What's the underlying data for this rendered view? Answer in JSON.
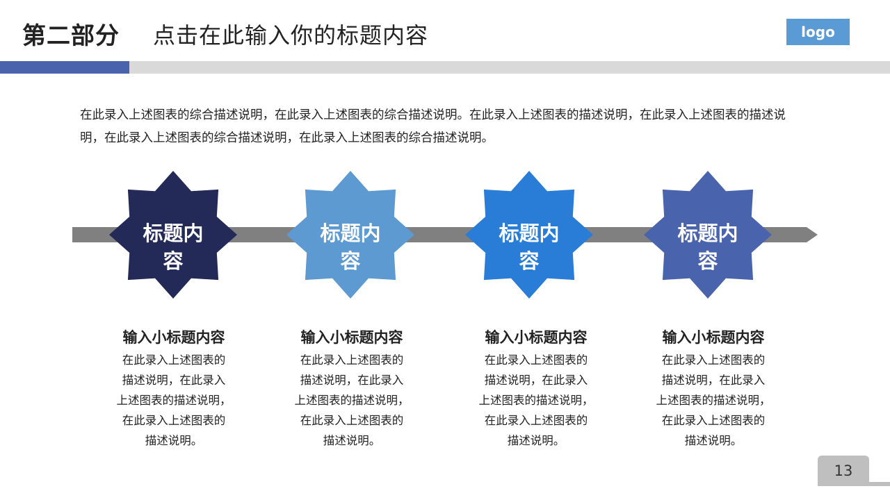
{
  "header": {
    "section": "第二部分",
    "title": "点击在此输入你的标题内容",
    "logo": "logo"
  },
  "colors": {
    "accent": "#4a63ad",
    "logo_bg": "#5b9bd5",
    "arrow": "#808080",
    "band": "#d9d9d9"
  },
  "summary": "在此录入上述图表的综合描述说明，在此录入上述图表的综合描述说明。在此录入上述图表的描述说明，在此录入上述图表的描述说明，在此录入上述图表的综合描述说明，在此录入上述图表的综合描述说明。",
  "steps": [
    {
      "label_line1": "标题内",
      "label_line2": "容",
      "color": "#232a58",
      "subtitle": "输入小标题内容",
      "desc": [
        "在此录入上述图表的",
        "描述说明，在此录入",
        "上述图表的描述说明，",
        "在此录入上述图表的",
        "描述说明。"
      ]
    },
    {
      "label_line1": "标题内",
      "label_line2": "容",
      "color": "#5d9ad2",
      "subtitle": "输入小标题内容",
      "desc": [
        "在此录入上述图表的",
        "描述说明，在此录入",
        "上述图表的描述说明，",
        "在此录入上述图表的",
        "描述说明。"
      ]
    },
    {
      "label_line1": "标题内",
      "label_line2": "容",
      "color": "#2a7dd6",
      "subtitle": "输入小标题内容",
      "desc": [
        "在此录入上述图表的",
        "描述说明，在此录入",
        "上述图表的描述说明，",
        "在此录入上述图表的",
        "描述说明。"
      ]
    },
    {
      "label_line1": "标题内",
      "label_line2": "容",
      "color": "#4a63ad",
      "subtitle": "输入小标题内容",
      "desc": [
        "在此录入上述图表的",
        "描述说明，在此录入",
        "上述图表的描述说明，",
        "在此录入上述图表的",
        "描述说明。"
      ]
    }
  ],
  "page_number": "13"
}
